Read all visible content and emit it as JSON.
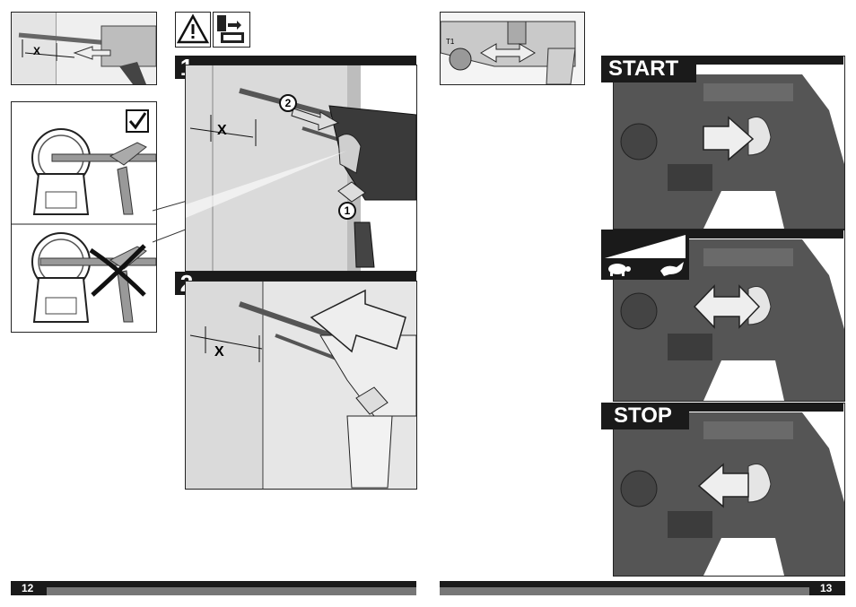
{
  "step1": {
    "number": "1",
    "callout_a": "1",
    "callout_b": "2",
    "dim_label": "X"
  },
  "step2": {
    "number": "2",
    "dim_label": "X"
  },
  "thumb_dim_label": "X",
  "hammer_thumb_label": "T1",
  "start_label": "START",
  "stop_label": "STOP",
  "page_left": "12",
  "page_right": "13",
  "icons": [
    "warning-triangle-icon",
    "remove-battery-icon",
    "checkmark-icon",
    "cross-out-icon",
    "turtle-slow-icon",
    "rabbit-fast-icon"
  ]
}
